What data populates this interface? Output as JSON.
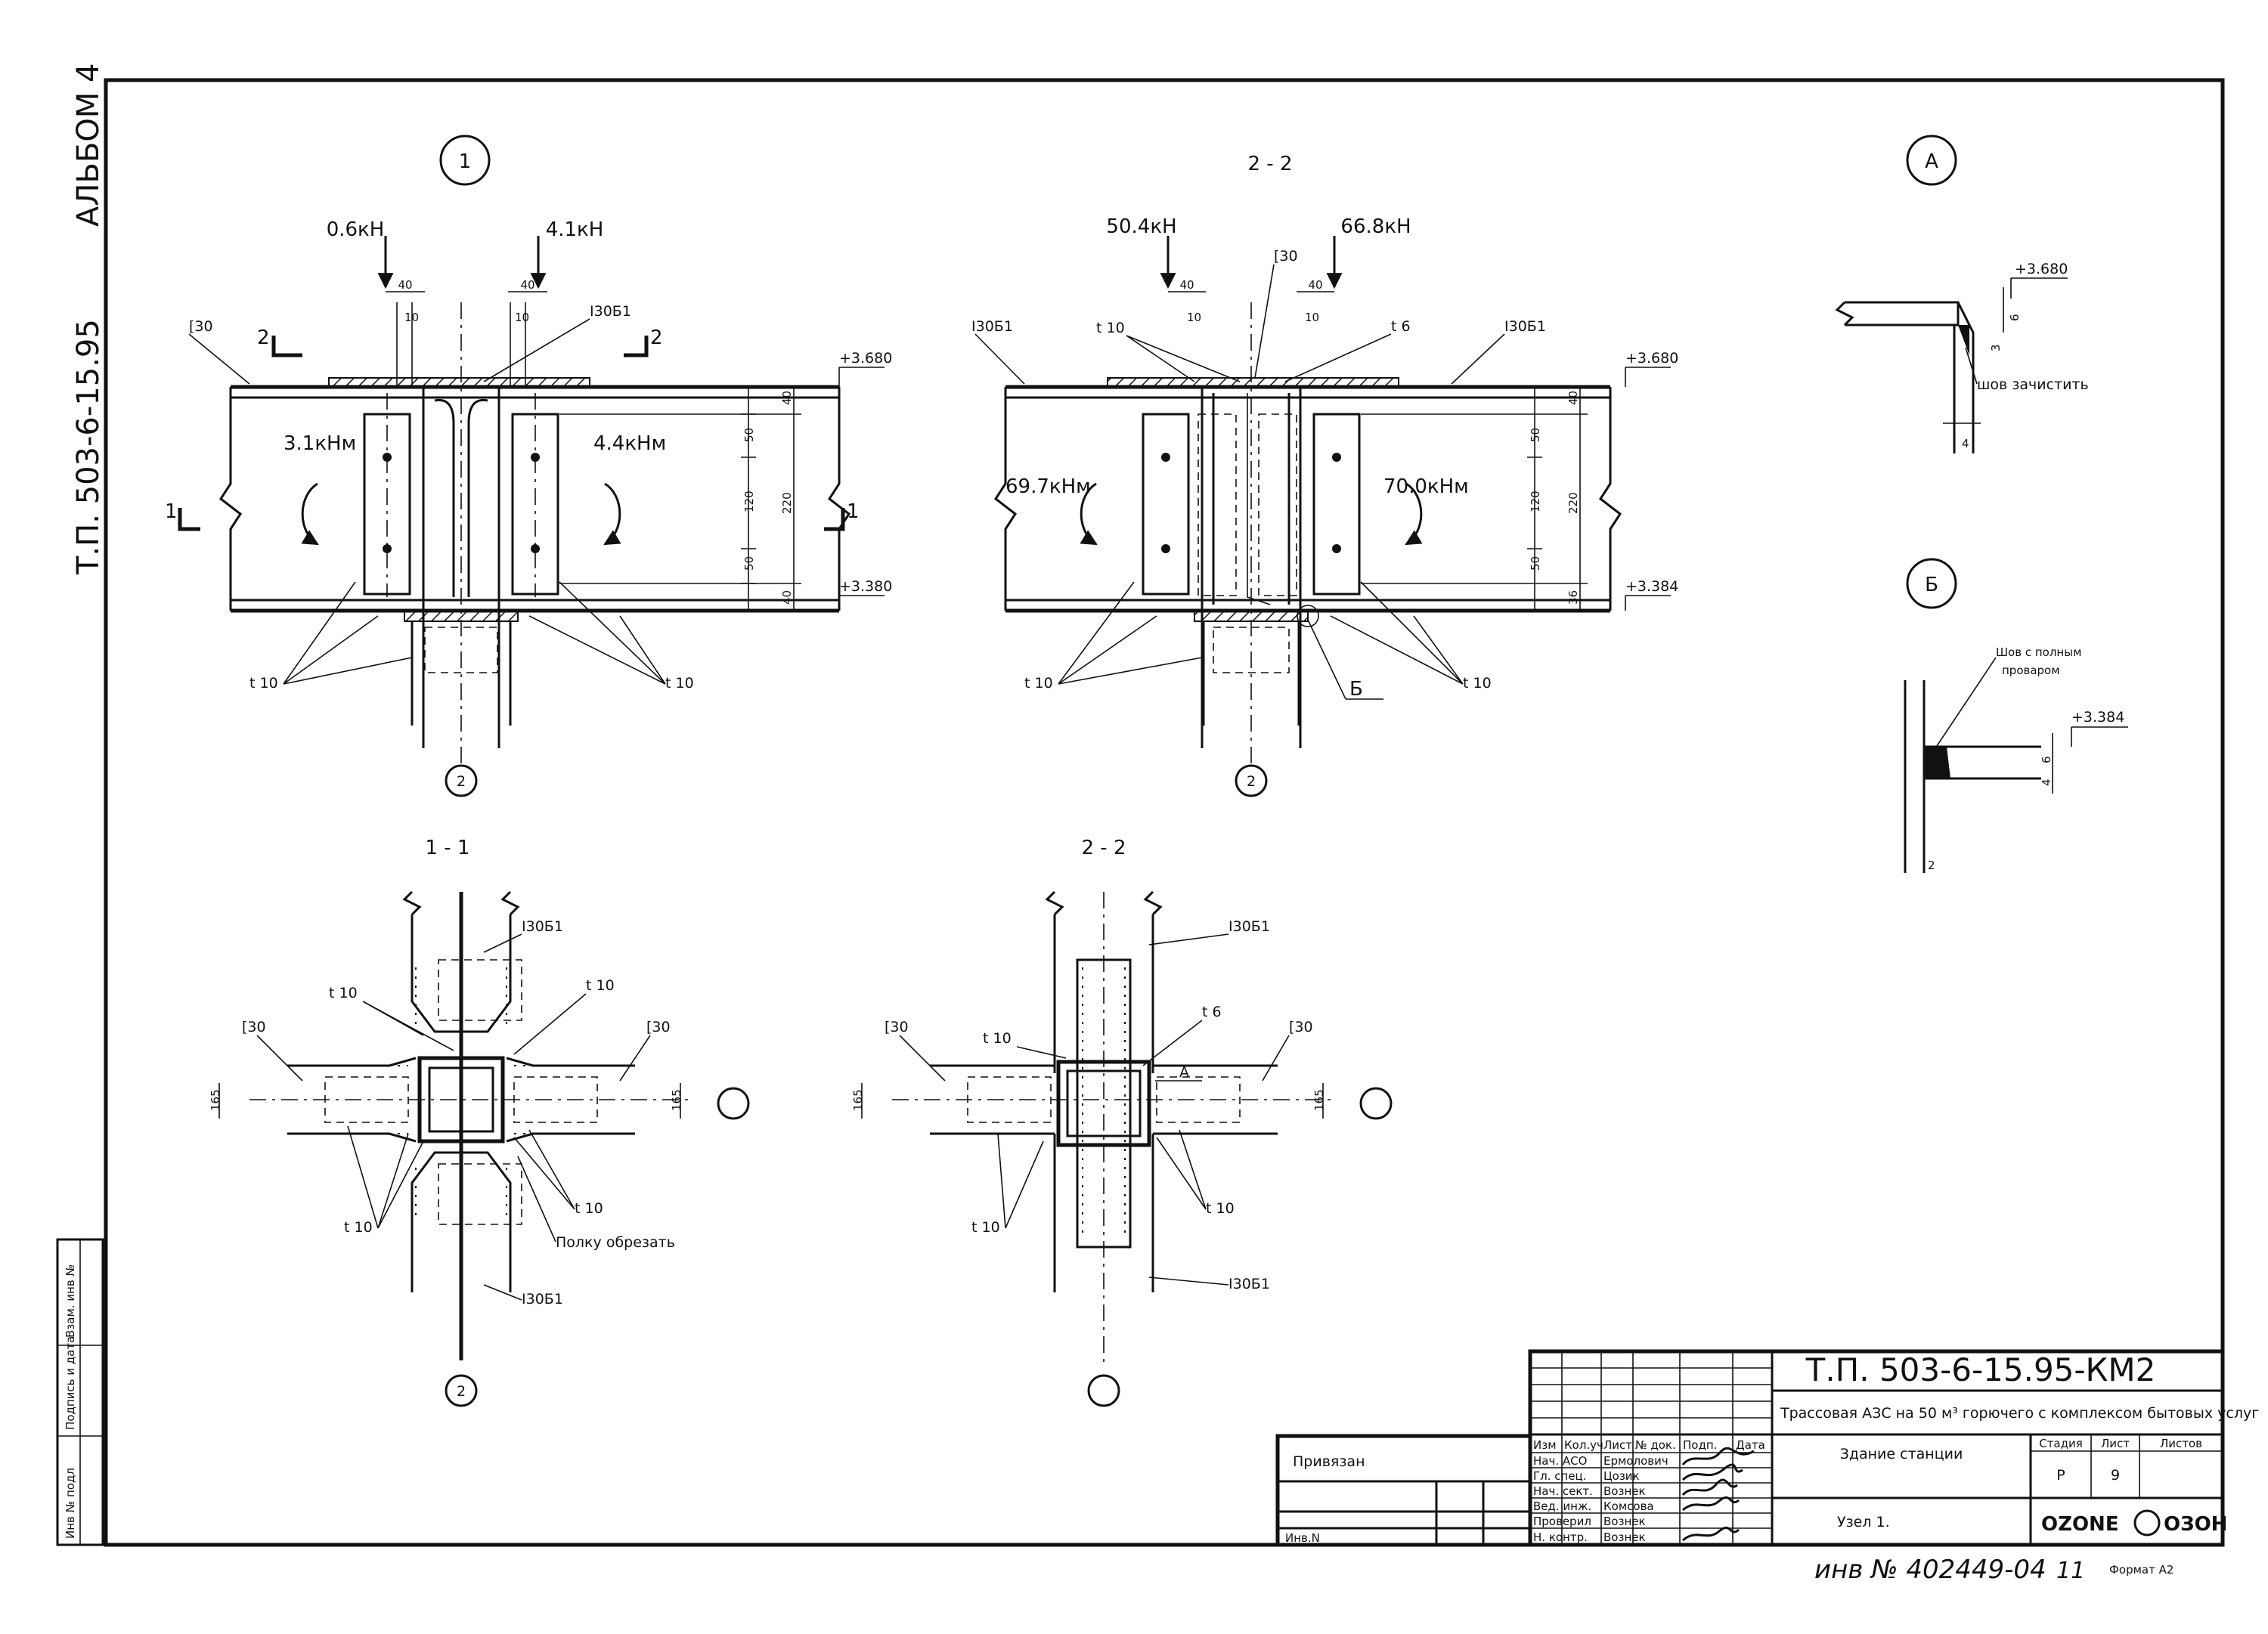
{
  "sheet": {
    "album": "АЛЬБОМ 4",
    "project_side": "Т.П. 503-6-15.95",
    "side_stamp": [
      "Инв № подл",
      "Подпись и дата",
      "Взам. инв №"
    ],
    "handwritten_inv": "инв № 402449-04",
    "handwritten_page": "11",
    "format": "Формат А2"
  },
  "views": {
    "node1": {
      "marker": "1",
      "loads": [
        "0.6кН",
        "4.1кН"
      ],
      "moments": [
        "3.1кНм",
        "4.4кНм"
      ],
      "profiles": [
        "[30",
        "I30Б1"
      ],
      "cut_marks": [
        "2",
        "2",
        "1",
        "1"
      ],
      "dims": [
        "40",
        "40",
        "10",
        "10",
        "40",
        "50",
        "120",
        "50",
        "40",
        "220"
      ],
      "elev_top": "+3.680",
      "elev_bottom": "+3.380",
      "plates": [
        "t 10",
        "t 10"
      ],
      "column_marker": "2"
    },
    "sec22_top": {
      "title": "2 - 2",
      "loads": [
        "50.4кН",
        "66.8кН"
      ],
      "moments": [
        "69.7кНм",
        "70.0кНм"
      ],
      "profiles": [
        "I30Б1",
        "[30",
        "I30Б1"
      ],
      "dims": [
        "40",
        "40",
        "10",
        "10",
        "40",
        "50",
        "120",
        "50",
        "36",
        "220"
      ],
      "plates": [
        "t 10",
        "t 6",
        "t 10",
        "t 10"
      ],
      "elev_top": "+3.680",
      "elev_bottom": "+3.384",
      "callout": "Б",
      "column_marker": "2"
    },
    "detailA": {
      "marker": "А",
      "elev": "+3.680",
      "dims": [
        "6",
        "3",
        "4"
      ],
      "note": "шов зачистить"
    },
    "detailB": {
      "marker": "Б",
      "note_line1": "Шов с полным",
      "note_line2": "проваром",
      "elev": "+3.384",
      "dims": [
        "6",
        "4"
      ],
      "column_label": "2"
    },
    "sec11": {
      "title": "1 - 1",
      "profiles": [
        "I30Б1",
        "I30Б1",
        "[30",
        "[30"
      ],
      "plates": [
        "t 10",
        "t 10",
        "t 10",
        "t 10"
      ],
      "dims": [
        "165",
        "165"
      ],
      "note": "Полку обрезать",
      "column_marker": "2"
    },
    "sec22_bottom": {
      "title": "2 - 2",
      "profiles": [
        "I30Б1",
        "I30Б1",
        "[30",
        "[30"
      ],
      "plates": [
        "t 10",
        "t 6",
        "t 10",
        "t 10"
      ],
      "callout": "А",
      "dims": [
        "165",
        "165"
      ]
    }
  },
  "title_block": {
    "code": "Т.П. 503-6-15.95-КМ2",
    "project": "Трассовая АЗС на 50 м³ горючего с комплексом бытовых услуг",
    "building": "Здание станции",
    "sheet_name": "Узел 1.",
    "stage_h": "Стадия",
    "sheet_h": "Лист",
    "sheets_h": "Листов",
    "stage": "Р",
    "sheet_no": "9",
    "sheets": "",
    "bound": "Привязан",
    "inv": "Инв.N",
    "header": [
      "Изм",
      "Кол.уч",
      "Лист",
      "№ док.",
      "Подп.",
      "Дата"
    ],
    "roles": [
      {
        "role": "Нач. АСО",
        "name": "Ермолович"
      },
      {
        "role": "Гл. спец.",
        "name": "Цозик"
      },
      {
        "role": "Нач. сект.",
        "name": "Вознек"
      },
      {
        "role": "Вед. инж.",
        "name": "Комсова"
      },
      {
        "role": "Проверил",
        "name": "Вознек"
      },
      {
        "role": "Н. контр.",
        "name": "Вознек"
      }
    ],
    "brand_left": "OZONE",
    "brand_right": "ОЗОН"
  }
}
